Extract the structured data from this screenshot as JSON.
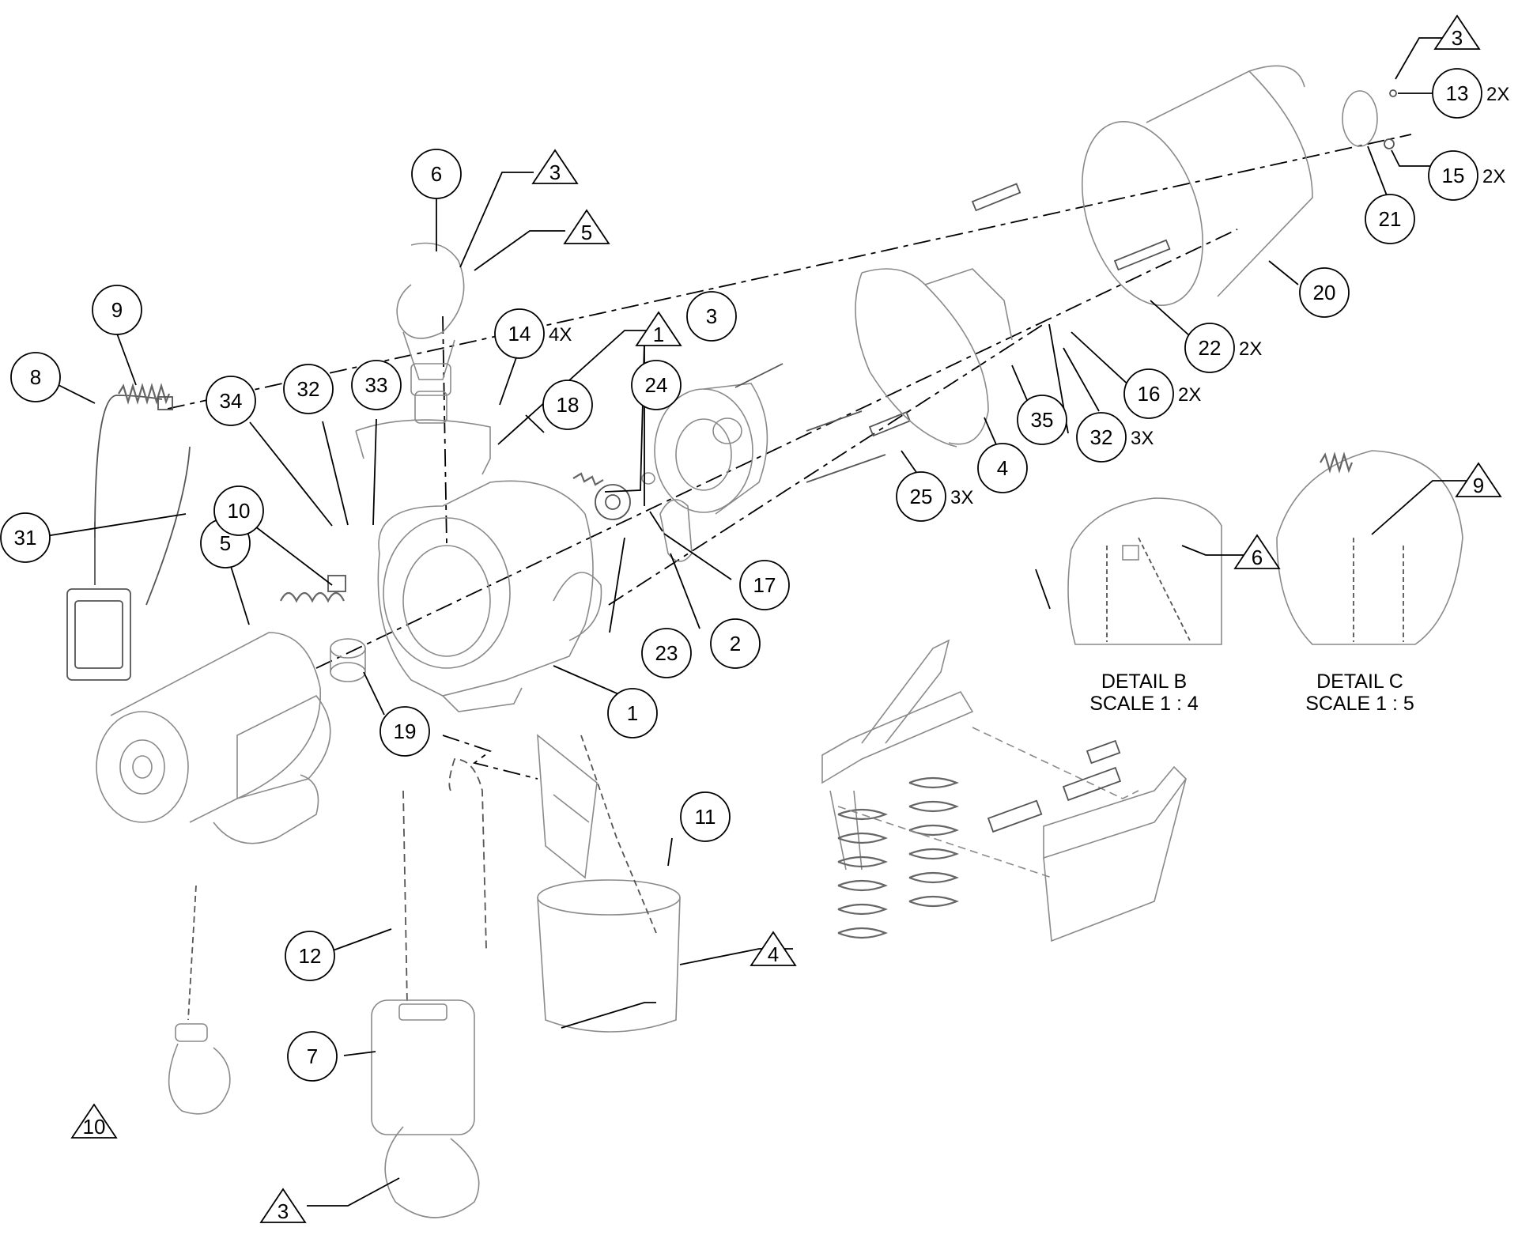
{
  "balloons": [
    {
      "id": "b1",
      "label": "1"
    },
    {
      "id": "b2",
      "label": "2"
    },
    {
      "id": "b3",
      "label": "3"
    },
    {
      "id": "b4",
      "label": "4"
    },
    {
      "id": "b5",
      "label": "5"
    },
    {
      "id": "b6",
      "label": "6"
    },
    {
      "id": "b7",
      "label": "7"
    },
    {
      "id": "b8",
      "label": "8"
    },
    {
      "id": "b9",
      "label": "9"
    },
    {
      "id": "b10",
      "label": "10"
    },
    {
      "id": "b11",
      "label": "11"
    },
    {
      "id": "b12",
      "label": "12"
    },
    {
      "id": "b13",
      "label": "13",
      "qty": "2X"
    },
    {
      "id": "b14",
      "label": "14",
      "qty": "4X"
    },
    {
      "id": "b15",
      "label": "15",
      "qty": "2X"
    },
    {
      "id": "b16",
      "label": "16",
      "qty": "2X"
    },
    {
      "id": "b17",
      "label": "17"
    },
    {
      "id": "b18",
      "label": "18"
    },
    {
      "id": "b19",
      "label": "19"
    },
    {
      "id": "b20",
      "label": "20"
    },
    {
      "id": "b21",
      "label": "21"
    },
    {
      "id": "b22",
      "label": "22",
      "qty": "2X"
    },
    {
      "id": "b23",
      "label": "23"
    },
    {
      "id": "b24",
      "label": "24"
    },
    {
      "id": "b25",
      "label": "25",
      "qty": "3X"
    },
    {
      "id": "b31",
      "label": "31"
    },
    {
      "id": "b32a",
      "label": "32"
    },
    {
      "id": "b32b",
      "label": "32",
      "qty": "3X"
    },
    {
      "id": "b33",
      "label": "33"
    },
    {
      "id": "b34",
      "label": "34"
    },
    {
      "id": "b35",
      "label": "35"
    }
  ],
  "flags": [
    {
      "id": "f1",
      "label": "1"
    },
    {
      "id": "f3a",
      "label": "3"
    },
    {
      "id": "f3b",
      "label": "3"
    },
    {
      "id": "f3c",
      "label": "3"
    },
    {
      "id": "f4",
      "label": "4"
    },
    {
      "id": "f5",
      "label": "5"
    },
    {
      "id": "f6",
      "label": "6"
    },
    {
      "id": "f9",
      "label": "9"
    },
    {
      "id": "f10",
      "label": "10"
    }
  ],
  "details": [
    {
      "id": "detail-b",
      "title": "DETAIL B",
      "scale": "SCALE 1 : 4"
    },
    {
      "id": "detail-c",
      "title": "DETAIL C",
      "scale": "SCALE 1 : 5"
    }
  ]
}
